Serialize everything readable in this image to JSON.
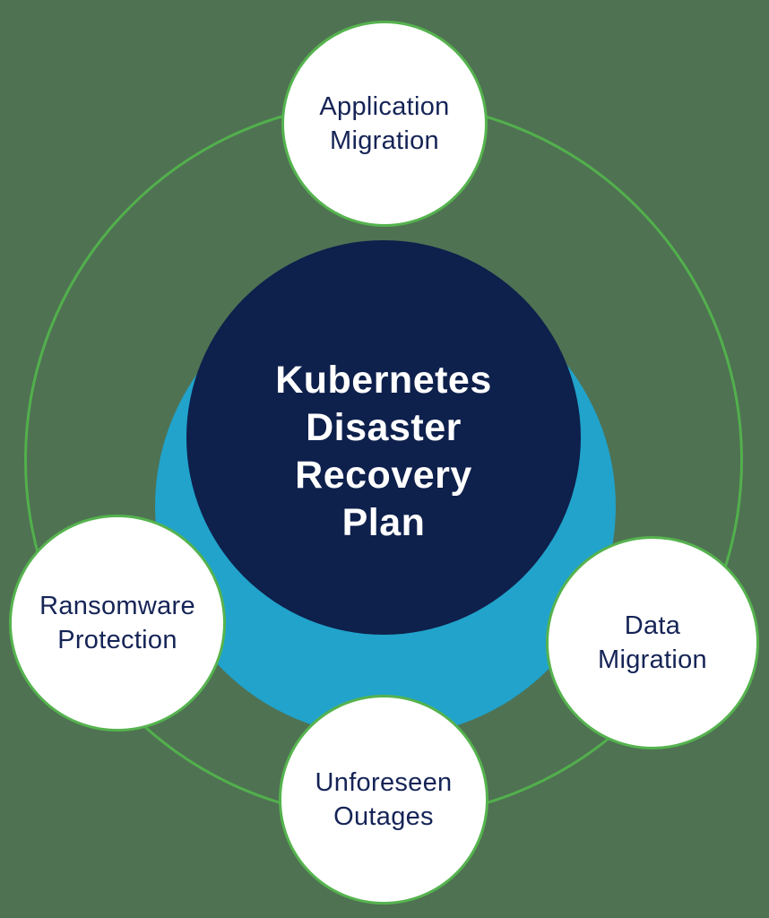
{
  "diagram": {
    "hub": {
      "label": "Kubernetes\nDisaster\nRecovery\nPlan"
    },
    "nodes": [
      {
        "id": "application-migration",
        "position": "top",
        "label": "Application\nMigration"
      },
      {
        "id": "data-migration",
        "position": "right",
        "label": "Data\nMigration"
      },
      {
        "id": "unforeseen-outages",
        "position": "bottom",
        "label": "Unforeseen\nOutages"
      },
      {
        "id": "ransomware-protection",
        "position": "left",
        "label": "Ransomware\nProtection"
      }
    ],
    "colors": {
      "background": "#4f7253",
      "ring_green": "#52b04c",
      "node_border_green": "#55b34e",
      "hub_navy": "#0e204c",
      "accent_blue": "#21a3cb",
      "node_fill": "#ffffff",
      "node_text_navy": "#152456",
      "hub_text": "#ffffff"
    }
  }
}
